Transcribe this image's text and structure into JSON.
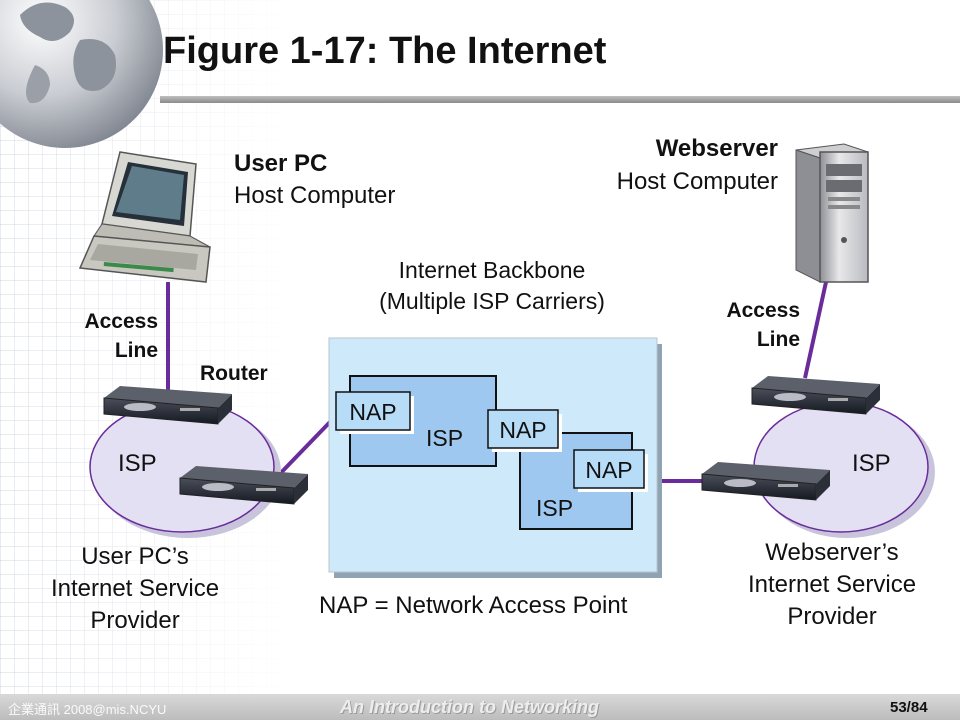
{
  "slide": {
    "title": "Figure 1-17: The Internet",
    "footer_left": "企業通訊 2008@mis.NCYU",
    "footer_center": "An Introduction to Networking",
    "footer_right": "53/84"
  },
  "user_pc": {
    "title": "User PC",
    "subtitle": "Host Computer",
    "access_line_1": "Access",
    "access_line_2": "Line",
    "router_label": "Router",
    "isp_label": "ISP",
    "provider_1": "User PC’s",
    "provider_2": "Internet Service",
    "provider_3": "Provider"
  },
  "webserver": {
    "title": "Webserver",
    "subtitle": "Host Computer",
    "access_line_1": "Access",
    "access_line_2": "Line",
    "isp_label": "ISP",
    "provider_1": "Webserver’s",
    "provider_2": "Internet Service",
    "provider_3": "Provider"
  },
  "backbone": {
    "title_1": "Internet Backbone",
    "title_2": "(Multiple ISP Carriers)",
    "isp_1": "ISP",
    "isp_2": "ISP",
    "nap_1": "NAP",
    "nap_2": "NAP",
    "nap_3": "NAP",
    "legend": "NAP = Network Access Point"
  },
  "colors": {
    "link": "#6a2c9a",
    "backbone_fill": "#cde9fa",
    "isp_fill": "#9ec8ef",
    "nap_fill": "#b7dcf8",
    "cloud_fill": "#e3e0f4"
  }
}
